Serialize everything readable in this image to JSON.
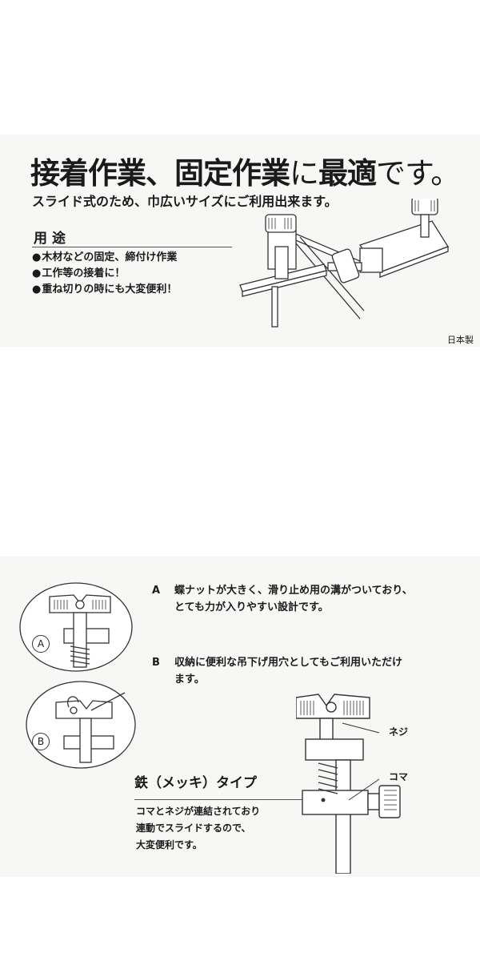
{
  "headline": {
    "part1": "接着作業、固定作業",
    "part2": "に",
    "part3": "最適",
    "part4": "です。"
  },
  "subline": "スライド式のため、巾広いサイズにご利用出来ます。",
  "usage": {
    "title": "用途",
    "items": [
      "木材などの固定、締付け作業",
      "工作等の接着に！",
      "重ね切りの時にも大変便利！"
    ]
  },
  "origin": "日本製",
  "features": [
    {
      "letter": "A",
      "line1": "蝶ナットが大きく、滑り止め用の溝がついており、",
      "line2": "とても力が入りやすい設計です。"
    },
    {
      "letter": "B",
      "line1": "収納に便利な吊下げ用穴としてもご利用いただけ",
      "line2": "ます。"
    }
  ],
  "badges": {
    "a": "A",
    "b": "B"
  },
  "callouts": {
    "screw": "ネジ",
    "koma": "コマ"
  },
  "type": {
    "title": "鉄（メッキ）タイプ",
    "desc": [
      "コマとネジが連結されており",
      "連動でスライドするので、",
      "大変便利です。"
    ]
  }
}
